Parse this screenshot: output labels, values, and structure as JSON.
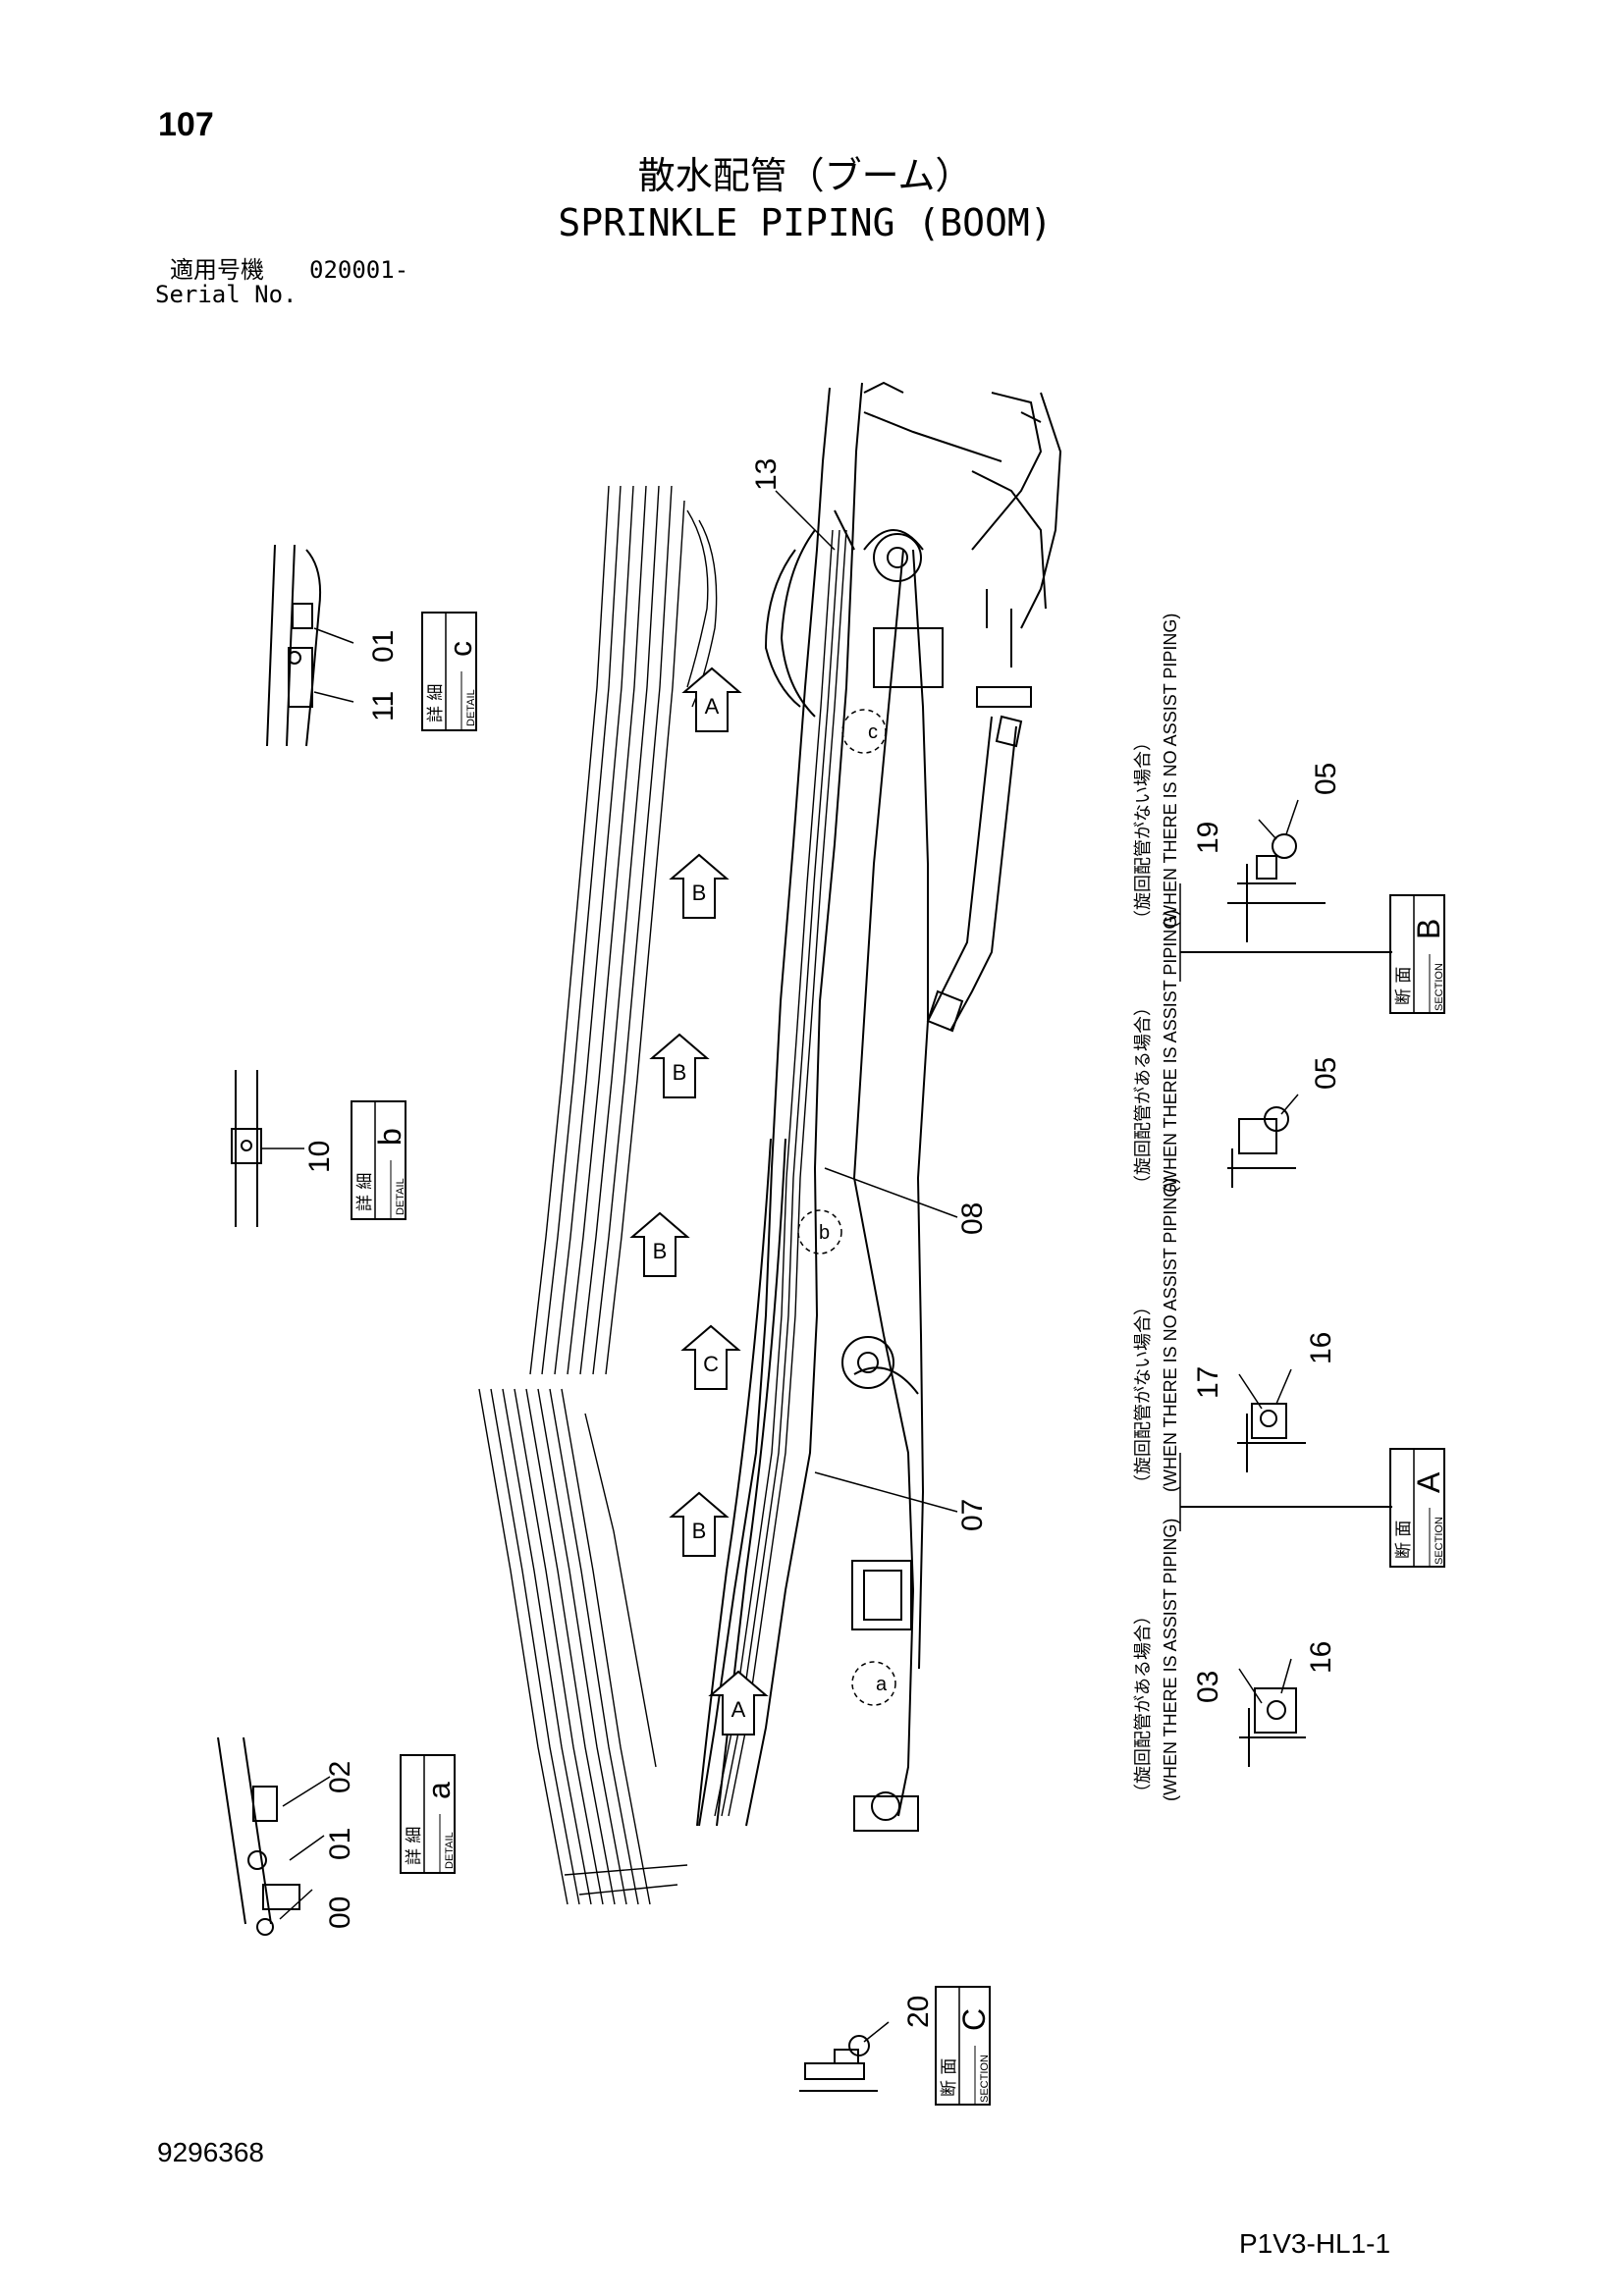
{
  "page_number": "107",
  "title": {
    "ja": "散水配管（ブーム）",
    "en": "SPRINKLE PIPING (BOOM)"
  },
  "serial": {
    "label_ja": "適用号機",
    "range": "020001-",
    "label_en": "Serial No."
  },
  "drawing_number": "9296368",
  "reference_code": "P1V3-HL1-1",
  "detail_boxes": [
    {
      "id": "detail-c",
      "letter": "c",
      "ja": "詳 細",
      "en": "DETAIL"
    },
    {
      "id": "detail-b",
      "letter": "b",
      "ja": "詳 細",
      "en": "DETAIL"
    },
    {
      "id": "detail-a",
      "letter": "a",
      "ja": "詳 細",
      "en": "DETAIL"
    }
  ],
  "section_boxes": [
    {
      "id": "section-b",
      "letter": "B",
      "ja": "断 面",
      "en": "SECTION"
    },
    {
      "id": "section-a",
      "letter": "A",
      "ja": "断 面",
      "en": "SECTION"
    },
    {
      "id": "section-c",
      "letter": "C",
      "ja": "断 面",
      "en": "SECTION"
    }
  ],
  "section_notes": {
    "no_assist_ja": "（旋回配管がない場合）",
    "no_assist_en": "(WHEN THERE IS NO ASSIST PIPING)",
    "assist_ja": "（旋回配管がある場合）",
    "assist_en": "(WHEN THERE IS ASSIST PIPING)"
  },
  "view_arrows": [
    "A",
    "B",
    "B",
    "B",
    "C",
    "B",
    "A"
  ],
  "detail_markers": [
    "c",
    "b",
    "a"
  ],
  "part_callouts": {
    "detail_c": [
      "01",
      "11"
    ],
    "detail_b": [
      "10"
    ],
    "detail_a": [
      "02",
      "01",
      "00"
    ],
    "boom": [
      "13",
      "08",
      "07"
    ],
    "section_b": [
      "19",
      "05",
      "05"
    ],
    "section_a": [
      "17",
      "16",
      "03",
      "16"
    ],
    "section_c": [
      "20"
    ]
  }
}
